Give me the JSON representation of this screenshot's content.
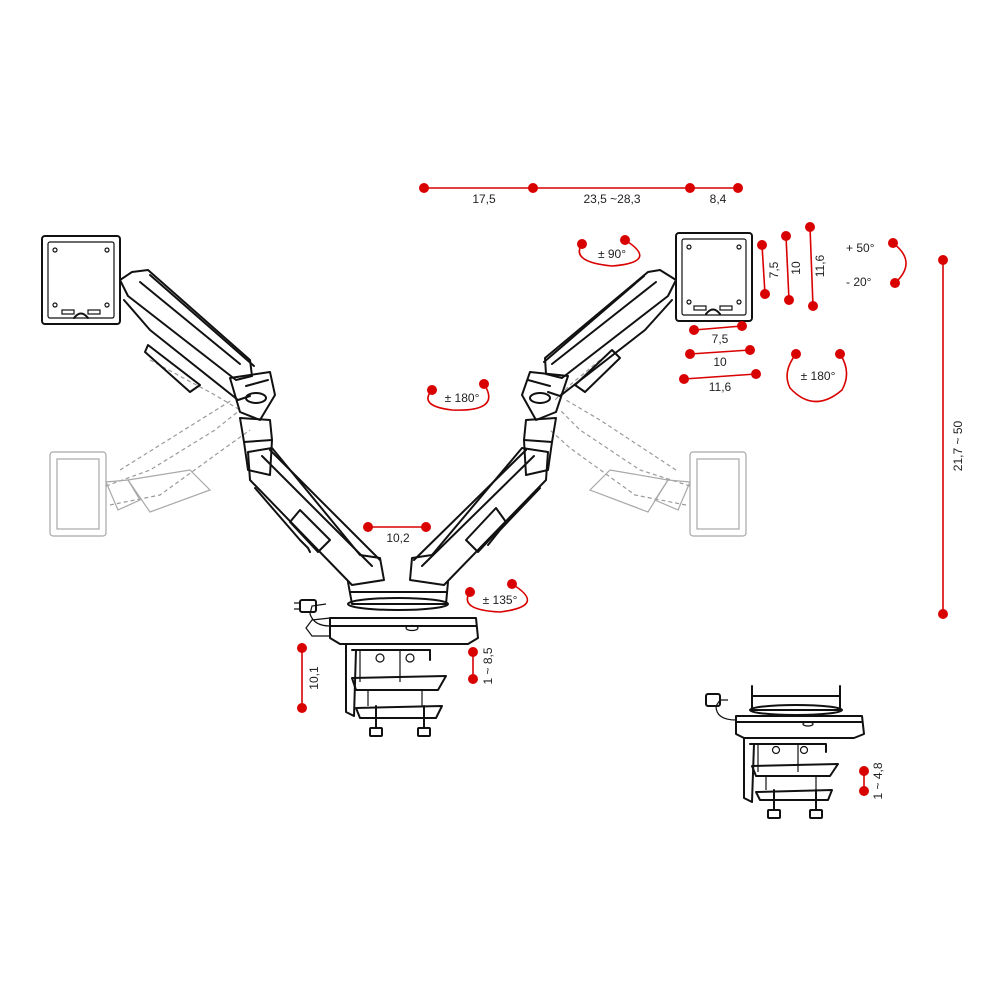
{
  "colors": {
    "accent": "#d90000",
    "line": "#111111",
    "ghost": "#9a9a9a"
  },
  "dimensions": {
    "top_left": "17,5",
    "top_mid": "23,5 ~28,3",
    "top_right": "8,4",
    "vesa_v1": "7,5",
    "vesa_v2": "10",
    "vesa_v3": "11,6",
    "vesa_h1": "7,5",
    "vesa_h2": "10",
    "vesa_h3": "11,6",
    "height_range": "21,7 ~ 50",
    "arm_gap": "10,2",
    "clamp_height": "10,1",
    "clamp_range": "1 ~ 8,5",
    "grommet_range": "1 ~ 4,8"
  },
  "rotations": {
    "tilt_up": "+  50°",
    "tilt_down": "-  20°",
    "rotate_90": "± 90°",
    "swivel_right": "± 180°",
    "swivel_left": "± 180°",
    "base_swivel": "± 135°"
  }
}
